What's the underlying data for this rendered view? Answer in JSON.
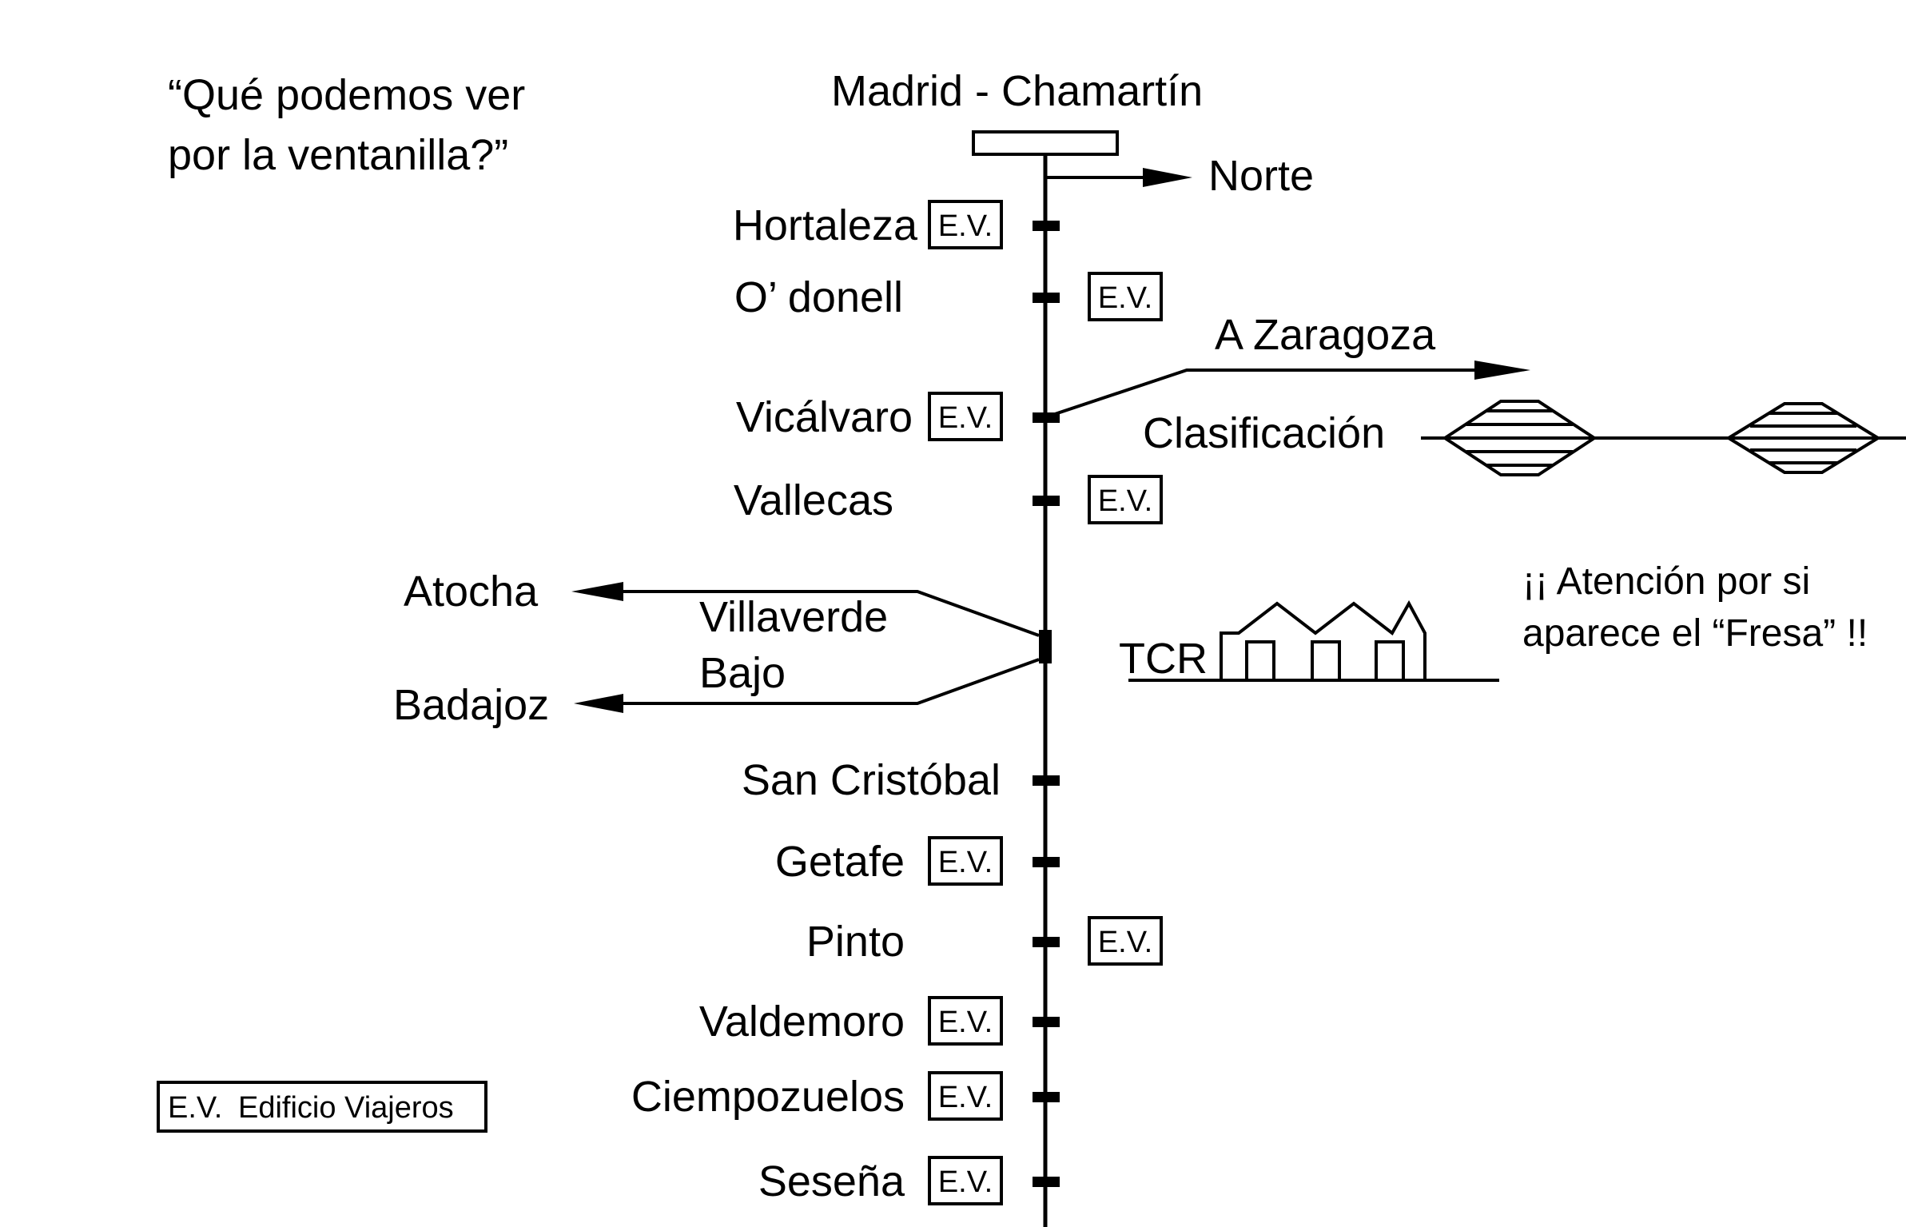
{
  "title_lines": [
    "“Qué podemos ver",
    "por la ventanilla?”"
  ],
  "origin_label": "Madrid - Chamartín",
  "branches": {
    "norte": "Norte",
    "zaragoza": "A Zaragoza",
    "clasificacion": "Clasificación",
    "atocha": "Atocha",
    "badajoz": "Badajoz",
    "villaverde": [
      "Villaverde",
      "Bajo"
    ],
    "tcr": "TCR"
  },
  "note_lines": [
    "¡¡ Atención por si",
    "aparece el “Fresa” !!"
  ],
  "legend": {
    "abbr": "E.V.",
    "text": "Edificio Viajeros"
  },
  "ev_label": "E.V.",
  "stations": [
    {
      "name": "Hortaleza",
      "ev": "left"
    },
    {
      "name": "O’ donell",
      "ev": "right"
    },
    {
      "name": "Vicálvaro",
      "ev": "left"
    },
    {
      "name": "Vallecas",
      "ev": "right"
    },
    {
      "name": "San Cristóbal",
      "ev": "none"
    },
    {
      "name": "Getafe",
      "ev": "left"
    },
    {
      "name": "Pinto",
      "ev": "right"
    },
    {
      "name": "Valdemoro",
      "ev": "left"
    },
    {
      "name": "Ciempozuelos",
      "ev": "left"
    },
    {
      "name": "Seseña",
      "ev": "left"
    }
  ]
}
